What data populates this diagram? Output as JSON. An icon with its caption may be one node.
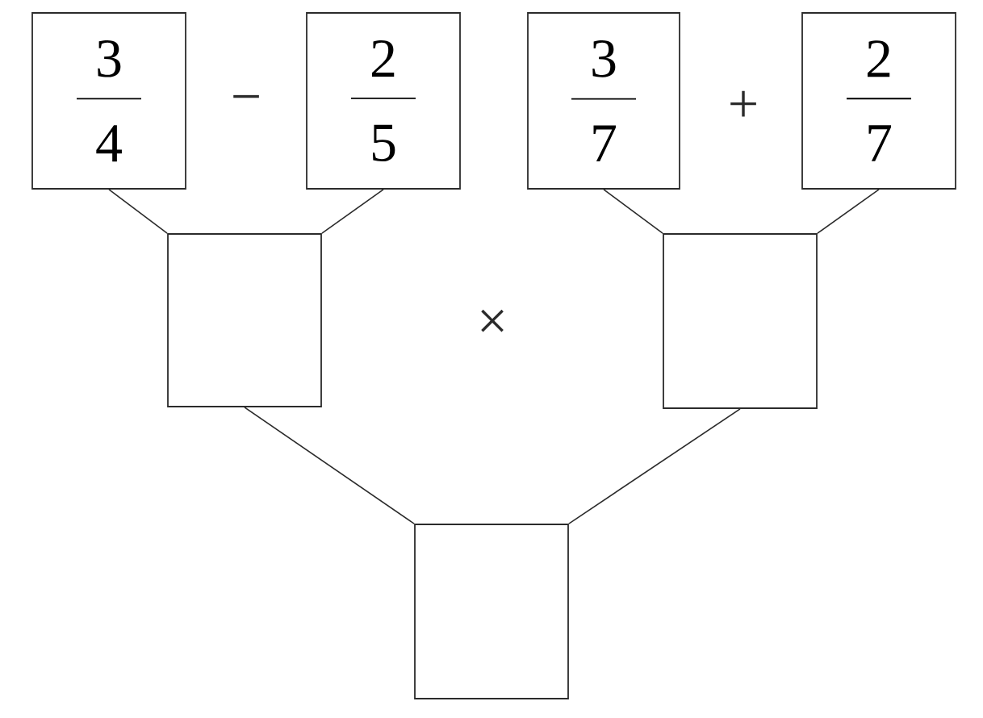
{
  "diagram": {
    "nodes": [
      {
        "text": [
          "3",
          "4"
        ]
      },
      {
        "text": [
          "2",
          "5"
        ]
      },
      {
        "text": [
          "3",
          "7"
        ]
      },
      {
        "text": [
          "2",
          "7"
        ]
      },
      {
        "text": [],
        "shape": "box"
      },
      {
        "text": [],
        "shape": "box"
      },
      {
        "text": [],
        "shape": "box"
      }
    ],
    "edges": [
      {
        "from": 0,
        "to": 4,
        "arrow": "none"
      },
      {
        "from": 1,
        "to": 4,
        "arrow": "none"
      },
      {
        "from": 2,
        "to": 5,
        "arrow": "none"
      },
      {
        "from": 3,
        "to": 5,
        "arrow": "none"
      },
      {
        "from": 4,
        "to": 6,
        "arrow": "none"
      },
      {
        "from": 5,
        "to": 6,
        "arrow": "none"
      }
    ],
    "labels": [
      "−",
      "+",
      "×"
    ]
  }
}
